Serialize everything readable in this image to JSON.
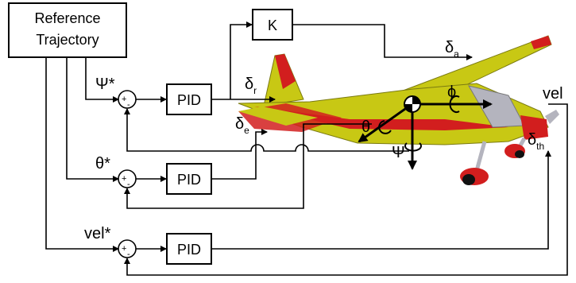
{
  "blocks": {
    "reference": {
      "line1": "Reference",
      "line2": "Trajectory"
    },
    "gain": "K",
    "pid_yaw": "PID",
    "pid_pitch": "PID",
    "pid_vel": "PID"
  },
  "summing_junction": {
    "plus": "+",
    "minus": "-"
  },
  "setpoints": {
    "psi_star": "Ψ*",
    "theta_star": "θ*",
    "vel_star": "vel*"
  },
  "controls": {
    "delta": "δ",
    "aileron_sub": "a",
    "rudder_sub": "r",
    "elevator_sub": "e",
    "throttle_sub": "th"
  },
  "aircraft_axes": {
    "phi": "ϕ",
    "theta": "θ",
    "psi": "Ψ",
    "vel": "vel"
  },
  "colors": {
    "body": "#c8c814",
    "accent": "#d21e1e",
    "line": "#000000",
    "grey": "#b4b4be"
  }
}
